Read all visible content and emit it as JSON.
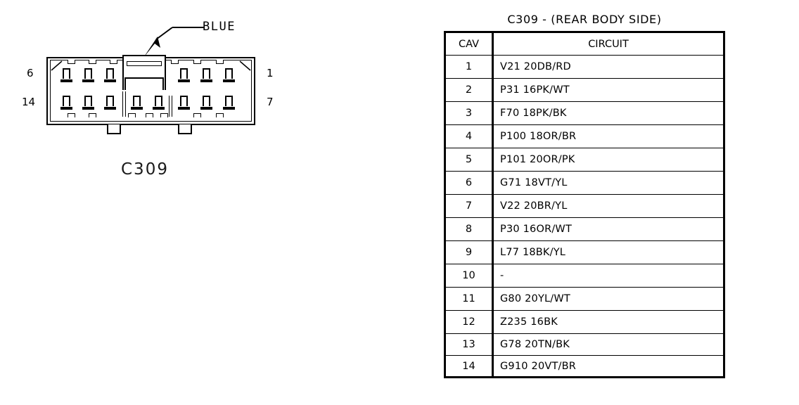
{
  "connector": {
    "caption": "C309",
    "callout": {
      "label": "BLUE",
      "icon": "arrow-pointer-icon"
    },
    "pin_numbers": {
      "top_left": "6",
      "bottom_left": "14",
      "top_right": "1",
      "bottom_right": "7"
    },
    "cavity_count": 14,
    "top_row_terminals": 6,
    "bottom_row_terminals": 8
  },
  "table": {
    "title": "C309 - (REAR BODY SIDE)",
    "columns": [
      "CAV",
      "CIRCUIT"
    ],
    "rows": [
      {
        "cav": "1",
        "circuit": "V21 20DB/RD"
      },
      {
        "cav": "2",
        "circuit": "P31 16PK/WT"
      },
      {
        "cav": "3",
        "circuit": "F70 18PK/BK"
      },
      {
        "cav": "4",
        "circuit": "P100 18OR/BR"
      },
      {
        "cav": "5",
        "circuit": "P101 20OR/PK"
      },
      {
        "cav": "6",
        "circuit": "G71 18VT/YL"
      },
      {
        "cav": "7",
        "circuit": "V22 20BR/YL"
      },
      {
        "cav": "8",
        "circuit": "P30 16OR/WT"
      },
      {
        "cav": "9",
        "circuit": "L77 18BK/YL"
      },
      {
        "cav": "10",
        "circuit": "-"
      },
      {
        "cav": "11",
        "circuit": "G80 20YL/WT"
      },
      {
        "cav": "12",
        "circuit": "Z235 16BK"
      },
      {
        "cav": "13",
        "circuit": "G78 20TN/BK"
      },
      {
        "cav": "14",
        "circuit": "G910 20VT/BR"
      }
    ]
  },
  "colors": {
    "ink": "#000000",
    "background": "#ffffff"
  }
}
